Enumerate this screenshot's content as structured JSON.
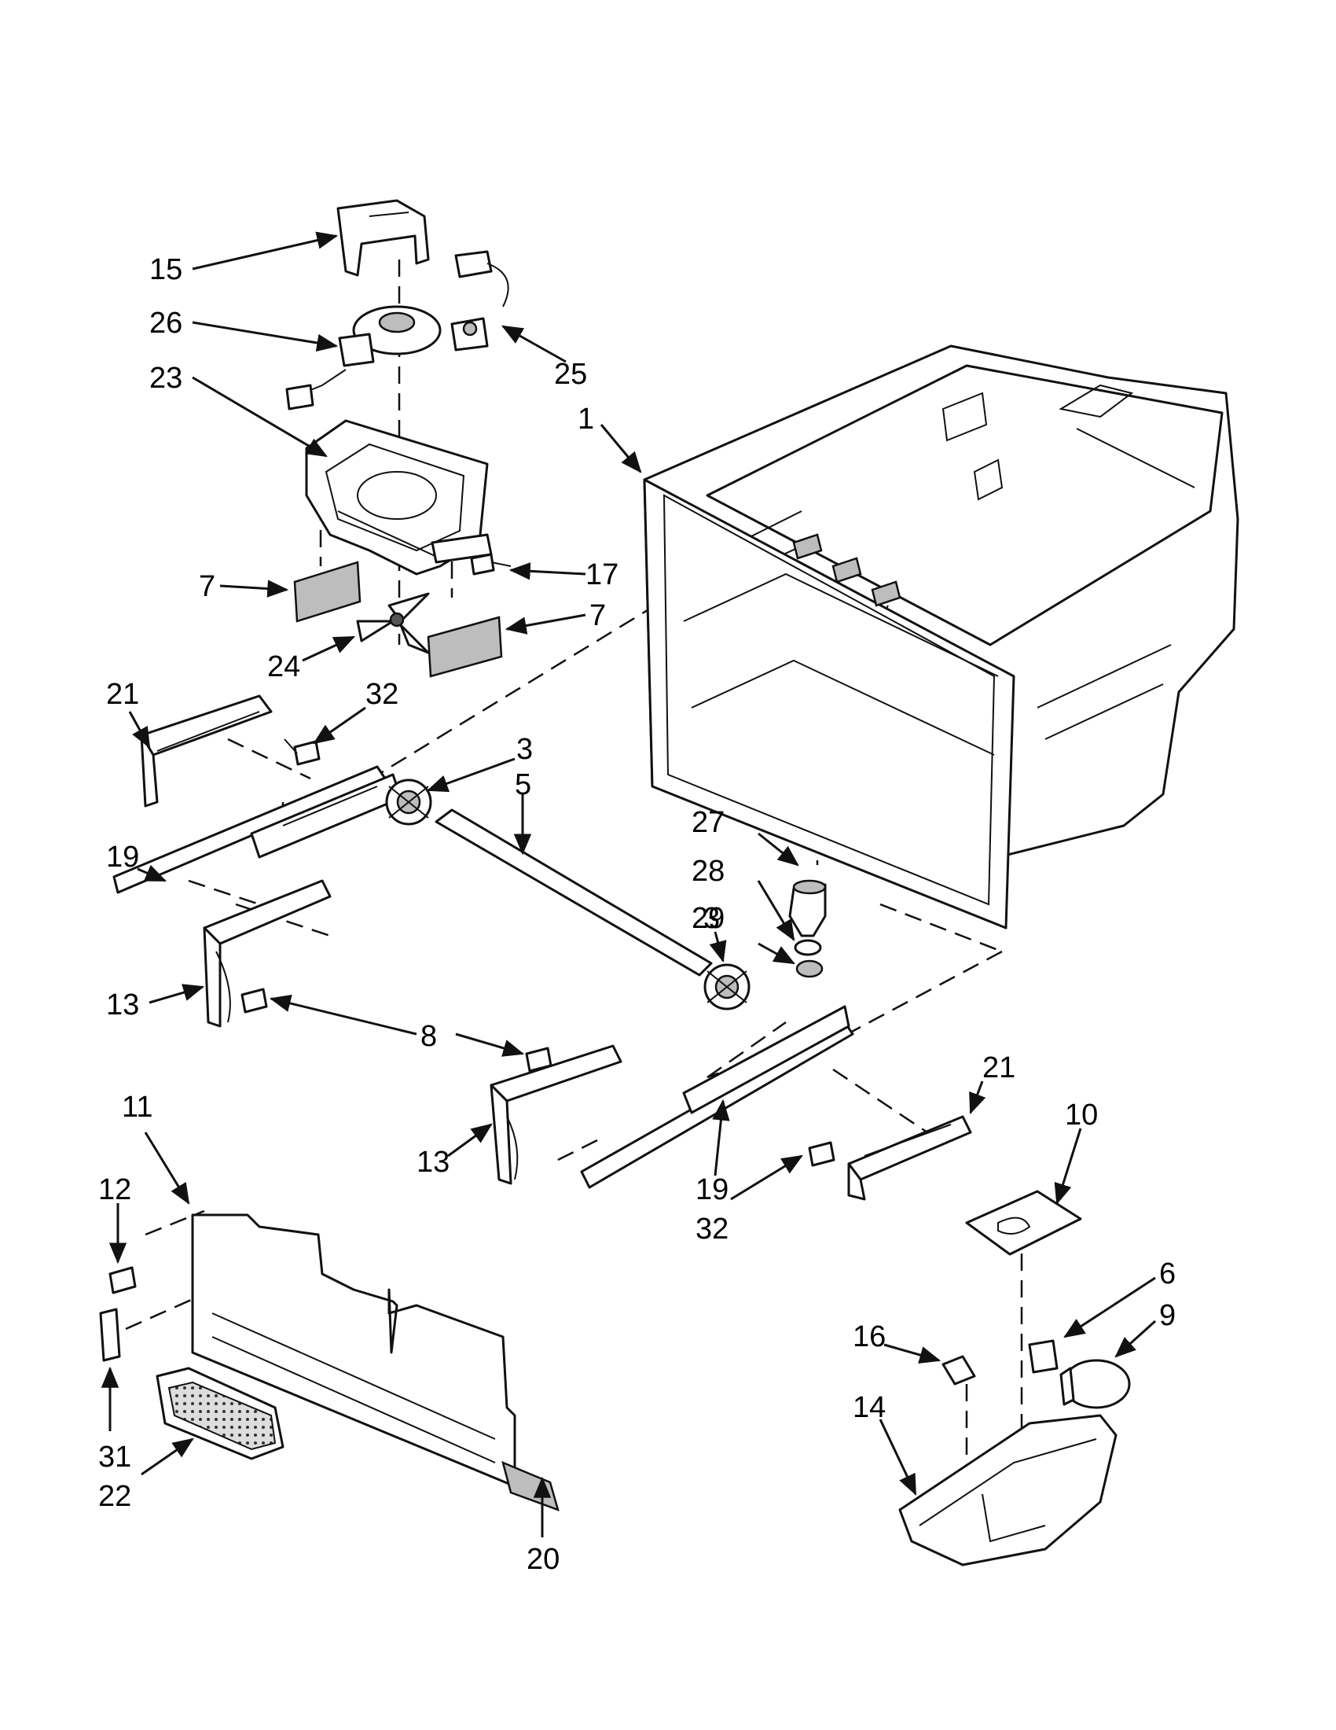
{
  "callouts": [
    {
      "id": "c15",
      "text": "15"
    },
    {
      "id": "c26",
      "text": "26"
    },
    {
      "id": "c23",
      "text": "23"
    },
    {
      "id": "c25",
      "text": "25"
    },
    {
      "id": "c1",
      "text": "1"
    },
    {
      "id": "c7a",
      "text": "7"
    },
    {
      "id": "c17",
      "text": "17"
    },
    {
      "id": "c7b",
      "text": "7"
    },
    {
      "id": "c24",
      "text": "24"
    },
    {
      "id": "c21a",
      "text": "21"
    },
    {
      "id": "c32a",
      "text": "32"
    },
    {
      "id": "c3a",
      "text": "3"
    },
    {
      "id": "c5",
      "text": "5"
    },
    {
      "id": "c27",
      "text": "27"
    },
    {
      "id": "c28",
      "text": "28"
    },
    {
      "id": "c29",
      "text": "29"
    },
    {
      "id": "c3b",
      "text": "3"
    },
    {
      "id": "c19a",
      "text": "19"
    },
    {
      "id": "c13a",
      "text": "13"
    },
    {
      "id": "c8",
      "text": "8"
    },
    {
      "id": "c21b",
      "text": "21"
    },
    {
      "id": "c10",
      "text": "10"
    },
    {
      "id": "c11",
      "text": "11"
    },
    {
      "id": "c13b",
      "text": "13"
    },
    {
      "id": "c19b",
      "text": "19"
    },
    {
      "id": "c32b",
      "text": "32"
    },
    {
      "id": "c12",
      "text": "12"
    },
    {
      "id": "c6",
      "text": "6"
    },
    {
      "id": "c9",
      "text": "9"
    },
    {
      "id": "c16",
      "text": "16"
    },
    {
      "id": "c14",
      "text": "14"
    },
    {
      "id": "c31",
      "text": "31"
    },
    {
      "id": "c22",
      "text": "22"
    },
    {
      "id": "c20",
      "text": "20"
    }
  ]
}
